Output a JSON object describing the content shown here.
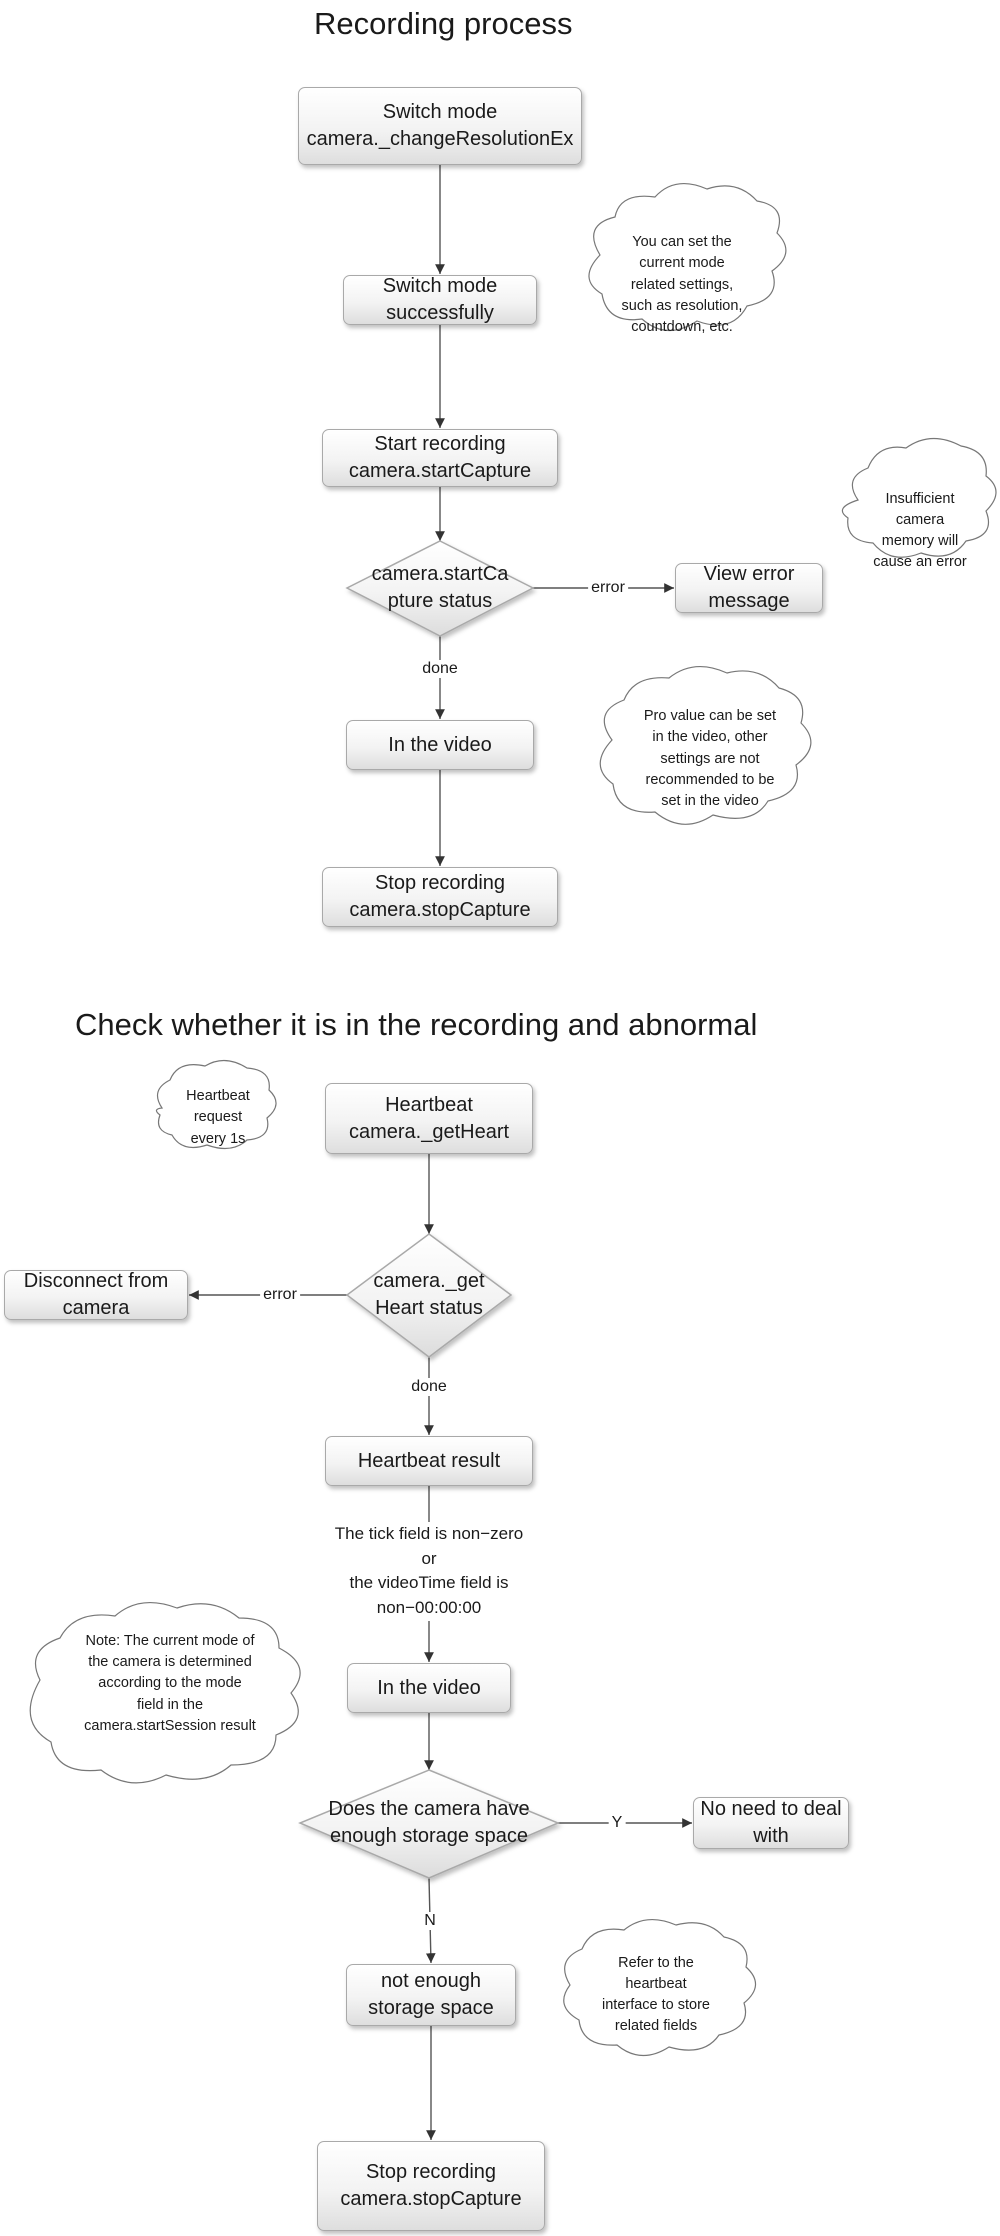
{
  "recording": {
    "title": "Recording process",
    "switch_mode": {
      "line1": "Switch mode",
      "line2": "camera._changeResolutionEx"
    },
    "switch_ok": {
      "line1": "Switch mode",
      "line2": "successfully"
    },
    "start_rec": {
      "line1": "Start recording",
      "line2": "camera.startCapture"
    },
    "start_status": {
      "line1": "camera.startCa",
      "line2": "pture status"
    },
    "view_error": {
      "line1": "View error",
      "line2": "message"
    },
    "in_video": "In the video",
    "stop_rec": {
      "line1": "Stop recording",
      "line2": "camera.stopCapture"
    },
    "label_error": "error",
    "label_done": "done",
    "cloud_settings": [
      "You can set the",
      "current mode",
      "related settings,",
      "such as resolution,",
      "countdown, etc."
    ],
    "cloud_memory": [
      "Insufficient",
      "camera",
      "memory will",
      "cause an error"
    ],
    "cloud_pro": [
      "Pro value can be set",
      "in the video, other",
      "settings are not",
      "recommended to be",
      "set in the video"
    ]
  },
  "check": {
    "title": "Check whether it is in the recording and abnormal",
    "heartbeat": {
      "line1": "Heartbeat",
      "line2": "camera._getHeart"
    },
    "heart_status": {
      "line1": "camera._get",
      "line2": "Heart status"
    },
    "disconnect": {
      "line1": "Disconnect from",
      "line2": "camera"
    },
    "heart_result": "Heartbeat result",
    "condition": [
      "The tick field is non−zero",
      "or",
      "the videoTime field is",
      "non−00:00:00"
    ],
    "in_video": "In the video",
    "storage_q": {
      "line1": "Does the camera have",
      "line2": "enough storage space"
    },
    "no_need": {
      "line1": "No need to deal",
      "line2": "with"
    },
    "not_enough": {
      "line1": "not enough",
      "line2": "storage space"
    },
    "stop_rec": {
      "line1": "Stop recording",
      "line2": "camera.stopCapture"
    },
    "label_error": "error",
    "label_done": "done",
    "label_y": "Y",
    "label_n": "N",
    "cloud_heartbeat": [
      "Heartbeat",
      "request",
      "every 1s"
    ],
    "cloud_note": [
      "Note: The current mode of",
      "the camera is determined",
      "according to the mode",
      "field in the",
      "camera.startSession result"
    ],
    "cloud_refer": [
      "Refer to the",
      "heartbeat",
      "interface to store",
      "related fields"
    ]
  }
}
